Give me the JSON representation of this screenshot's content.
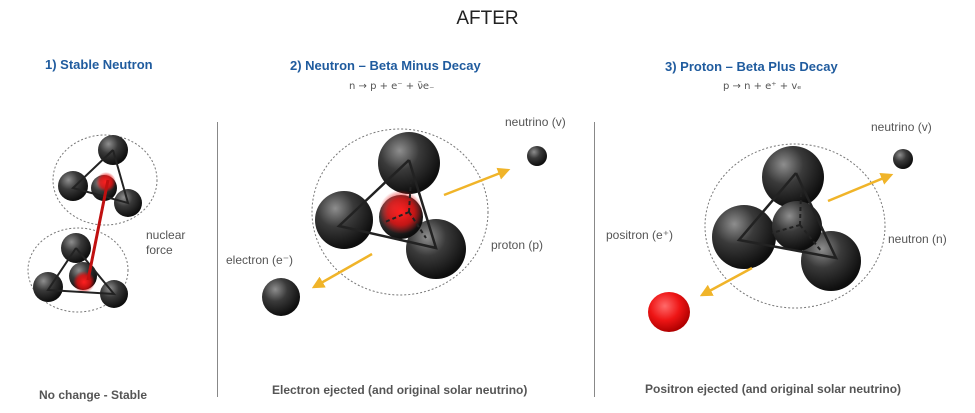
{
  "title": "AFTER",
  "panels": [
    {
      "title": "1) Stable Neutron",
      "labels": {
        "force": "nuclear\nforce"
      },
      "caption": "No change - Stable"
    },
    {
      "title": "2) Neutron – Beta Minus Decay",
      "equation": "n → p + e⁻ + ν̄e₋",
      "labels": {
        "neutrino": "neutrino (v)",
        "electron": "electron (e⁻)",
        "proton": "proton (p)"
      },
      "caption": "Electron ejected (and original solar neutrino)"
    },
    {
      "title": "3) Proton – Beta Plus Decay",
      "equation": "p → n + e⁺ + vₑ",
      "labels": {
        "neutrino": "neutrino (v)",
        "positron": "positron (e⁺)",
        "neutron": "neutron (n)"
      },
      "caption": "Positron ejected (and original solar neutrino)"
    }
  ],
  "colors": {
    "title": "#1f5b9e",
    "arrow": "#f0b429",
    "red": "#e8141a"
  }
}
